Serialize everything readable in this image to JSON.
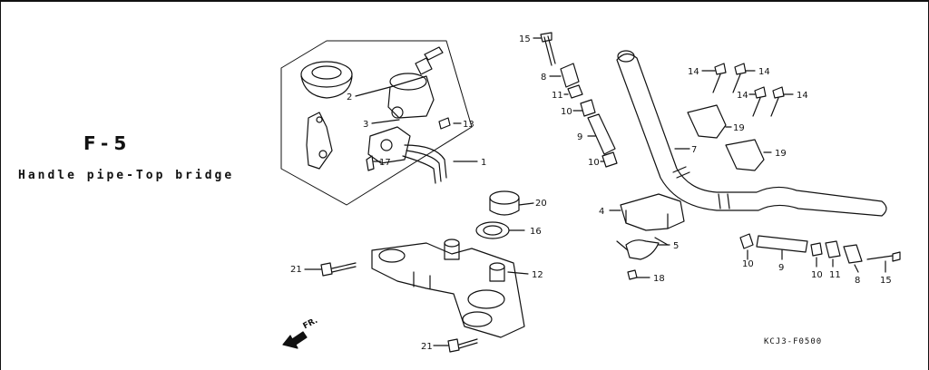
{
  "header": {
    "code": "F-5",
    "subtitle": "Handle pipe-Top bridge"
  },
  "reference_code": "KCJ3-F0500",
  "direction_label": "FR.",
  "callouts": {
    "c1": "1",
    "c2": "2",
    "c3": "3",
    "c4": "4",
    "c5": "5",
    "c7": "7",
    "c8a": "8",
    "c8b": "8",
    "c9a": "9",
    "c9b": "9",
    "c10a": "10",
    "c10b": "10",
    "c10c": "10",
    "c10d": "10",
    "c11a": "11",
    "c11b": "11",
    "c12": "12",
    "c13": "13",
    "c14a": "14",
    "c14b": "14",
    "c14c": "14",
    "c14d": "14",
    "c15a": "15",
    "c15b": "15",
    "c16": "16",
    "c17": "17",
    "c18": "18",
    "c19a": "19",
    "c19b": "19",
    "c20": "20",
    "c21a": "21",
    "c21b": "21"
  }
}
